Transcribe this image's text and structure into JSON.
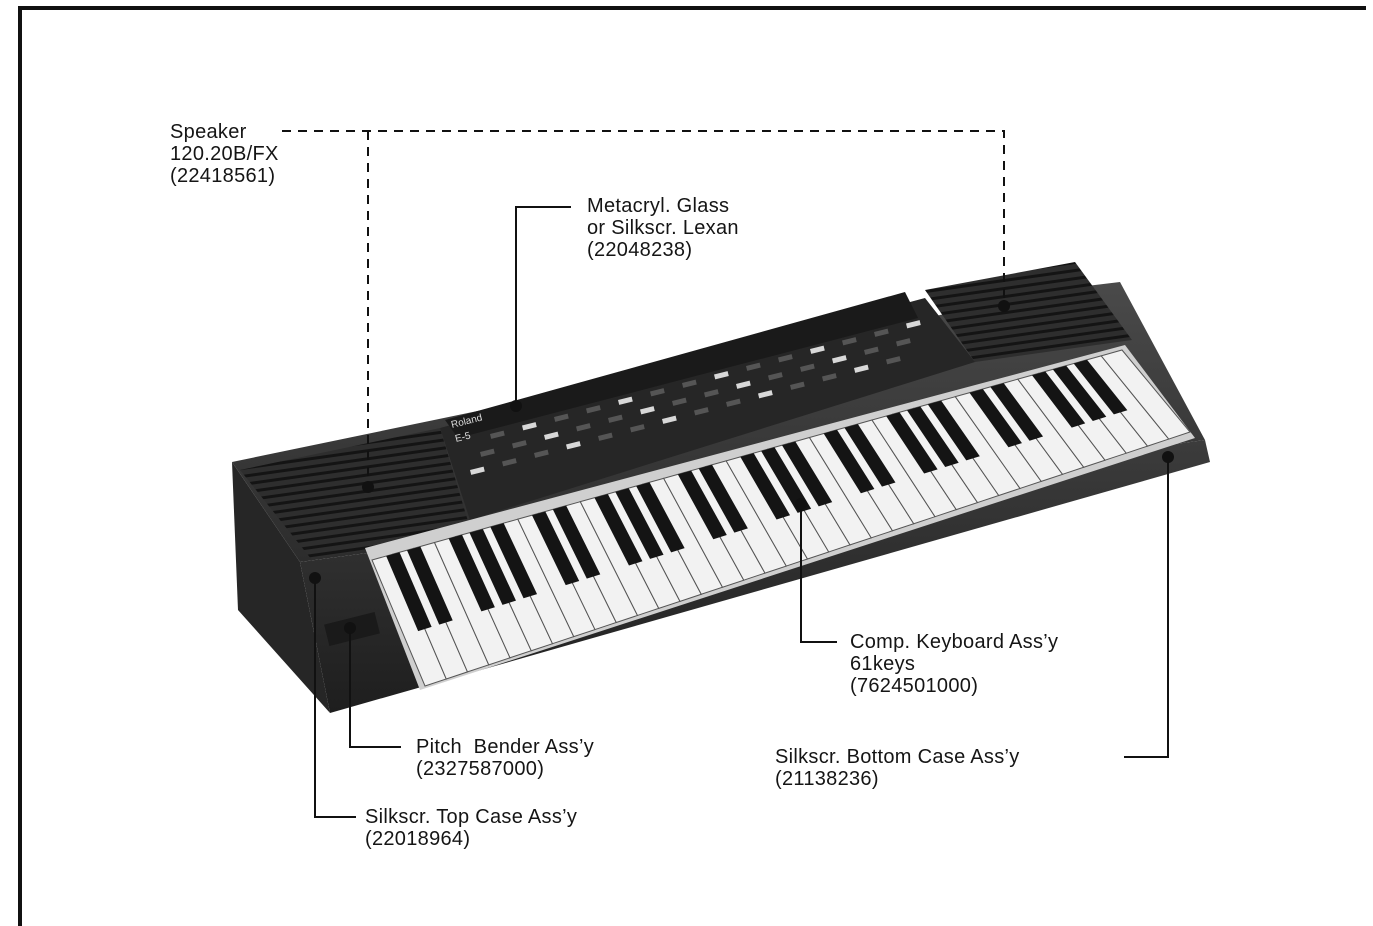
{
  "callouts": {
    "speaker": {
      "lines": [
        "Speaker",
        "120.20B/FX",
        "(22418561)"
      ]
    },
    "glass": {
      "lines": [
        "Metacryl. Glass",
        "or Silkscr. Lexan",
        "(22048238)"
      ]
    },
    "keyboard": {
      "lines": [
        "Comp. Keyboard Ass’y",
        "61keys",
        "(7624501000)"
      ]
    },
    "pitch_bender": {
      "lines": [
        "Pitch  Bender Ass’y",
        "(2327587000)"
      ]
    },
    "bottom_case": {
      "lines": [
        "Silkscr. Bottom Case Ass’y",
        "(21138236)"
      ]
    },
    "top_case": {
      "lines": [
        "Silkscr. Top Case Ass’y",
        "(22018964)"
      ]
    }
  },
  "product": {
    "brand": "Roland",
    "model": "E-5"
  },
  "keyboard": {
    "white_key_count": 36
  },
  "colors": {
    "ink": "#111111",
    "body_dark": "#3a3a3a",
    "body_mid": "#5c5c5c",
    "panel": "#2a2a2a",
    "white_key": "#f2f2f2",
    "black_key": "#141414"
  }
}
